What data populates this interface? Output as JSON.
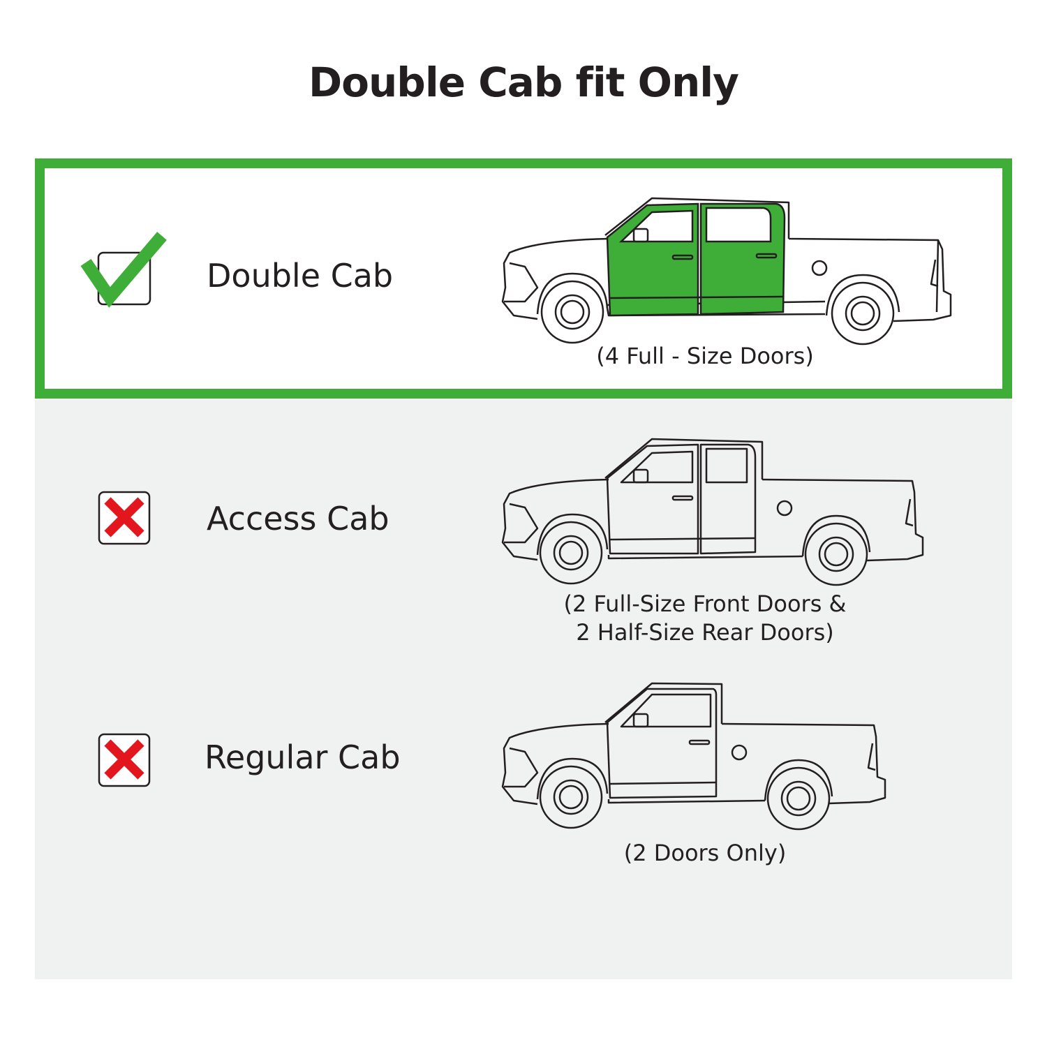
{
  "title": "Double Cab fit Only",
  "colors": {
    "accent_green": "#3fae39",
    "door_green": "#3fae39",
    "reject_red": "#e3151d",
    "panel_gray": "#f0f2f1"
  },
  "options": [
    {
      "name": "Double Cab",
      "caption_lines": [
        "(4 Full - Size Doors)"
      ],
      "status_icon": "check-icon",
      "compatible": true
    },
    {
      "name": "Access Cab",
      "caption_lines": [
        "(2 Full-Size Front Doors &",
        "2 Half-Size Rear Doors)"
      ],
      "status_icon": "x-mark-icon",
      "compatible": false
    },
    {
      "name": "Regular Cab",
      "caption_lines": [
        "(2 Doors Only)"
      ],
      "status_icon": "x-mark-icon",
      "compatible": false
    }
  ]
}
